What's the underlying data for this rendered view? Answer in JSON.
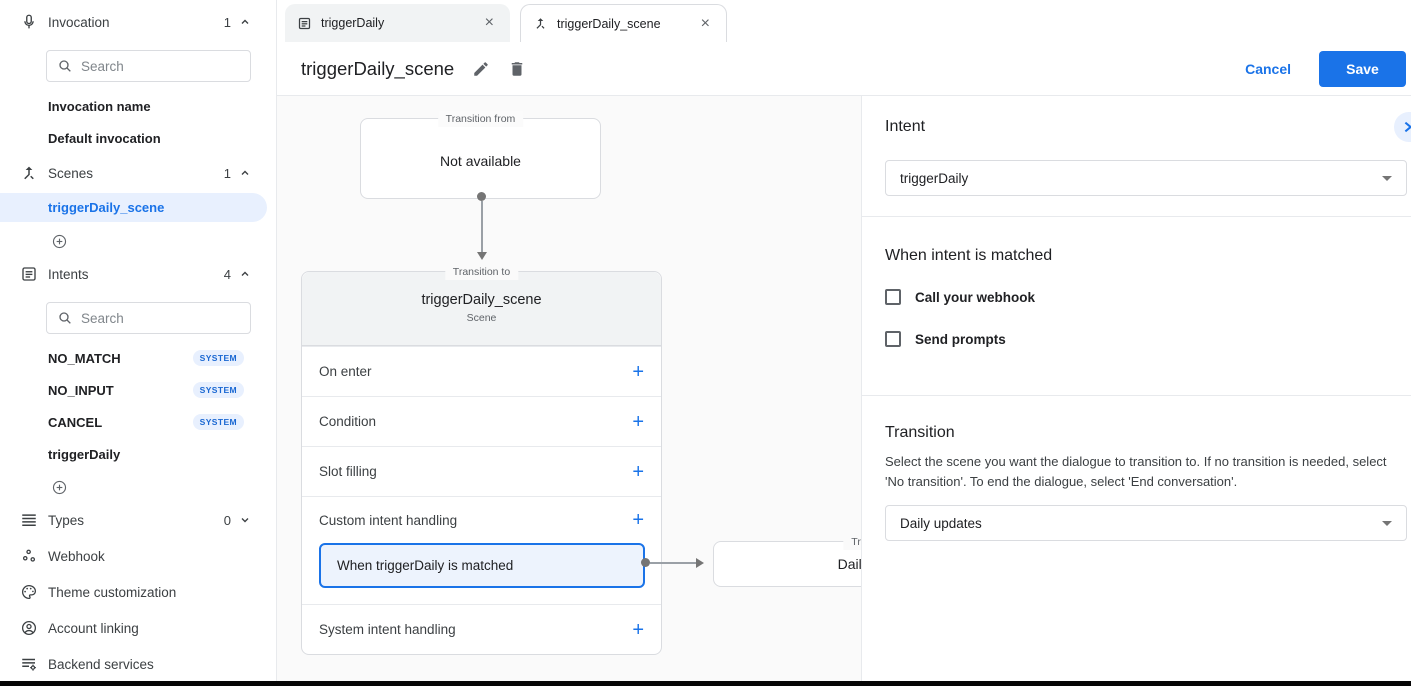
{
  "sidebar": {
    "invocation": {
      "icon": "microphone-icon",
      "label": "Invocation",
      "count": "1",
      "search_placeholder": "Search",
      "items": [
        "Invocation name",
        "Default invocation"
      ]
    },
    "scenes": {
      "icon": "scene-merge-icon",
      "label": "Scenes",
      "count": "1",
      "selected_item": "triggerDaily_scene"
    },
    "intents": {
      "icon": "intent-list-icon",
      "label": "Intents",
      "count": "4",
      "search_placeholder": "Search",
      "items": [
        {
          "name": "NO_MATCH",
          "badge": "SYSTEM"
        },
        {
          "name": "NO_INPUT",
          "badge": "SYSTEM"
        },
        {
          "name": "CANCEL",
          "badge": "SYSTEM"
        },
        {
          "name": "triggerDaily"
        }
      ]
    },
    "types": {
      "icon": "menu-lines-icon",
      "label": "Types",
      "count": "0"
    },
    "links": [
      {
        "icon": "webhook-icon",
        "label": "Webhook"
      },
      {
        "icon": "palette-icon",
        "label": "Theme customization"
      },
      {
        "icon": "account-icon",
        "label": "Account linking"
      },
      {
        "icon": "backend-icon",
        "label": "Backend services"
      }
    ]
  },
  "tabs": [
    {
      "icon": "intent-list-icon",
      "label": "triggerDaily",
      "close": "×"
    },
    {
      "icon": "scene-merge-icon",
      "label": "triggerDaily_scene",
      "close": "×"
    }
  ],
  "header": {
    "title": "triggerDaily_scene",
    "cancel": "Cancel",
    "save": "Save"
  },
  "canvas": {
    "transition_from": {
      "legend": "Transition from",
      "body": "Not available"
    },
    "scene_card": {
      "legend": "Transition to",
      "title": "triggerDaily_scene",
      "subtitle": "Scene",
      "rows": [
        "On enter",
        "Condition",
        "Slot filling"
      ],
      "custom_row": "Custom intent handling",
      "selected_handler": "When triggerDaily is matched",
      "system_row": "System intent handling",
      "add": "+"
    },
    "target_card": {
      "legend": "Transition to",
      "title": "Daily updates"
    }
  },
  "panel": {
    "intent": {
      "heading": "Intent",
      "value": "triggerDaily"
    },
    "matched": {
      "heading": "When intent is matched",
      "checkbox1": "Call your webhook",
      "checkbox2": "Send prompts"
    },
    "transition": {
      "heading": "Transition",
      "description": "Select the scene you want the dialogue to transition to. If no transition is needed, select 'No transition'. To end the dialogue, select 'End conversation'.",
      "value": "Daily updates"
    }
  },
  "colors": {
    "accent": "#1a73e8",
    "selection_bg": "#e8f0fe",
    "badge_text": "#1967d2",
    "canvas_bg": "#fafafa"
  }
}
